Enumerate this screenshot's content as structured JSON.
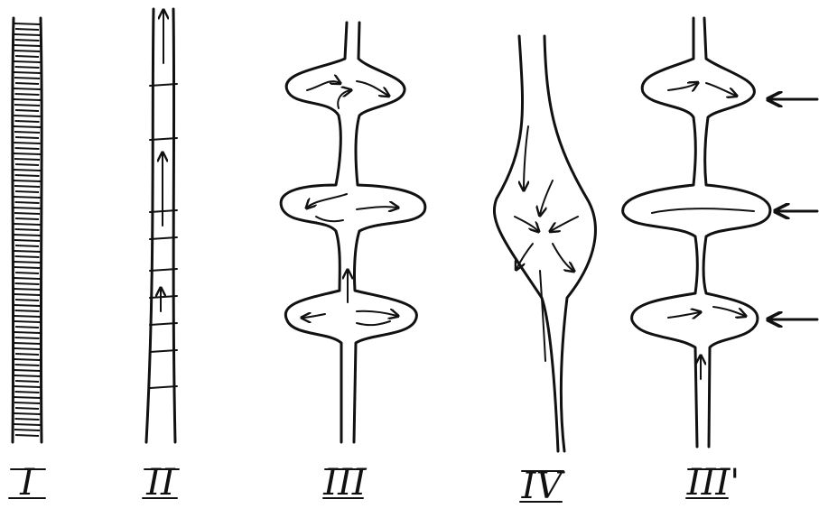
{
  "labels": {
    "panel_1": "I",
    "panel_2": "II",
    "panel_3": "III",
    "panel_4": "IV",
    "panel_5": "III'"
  }
}
